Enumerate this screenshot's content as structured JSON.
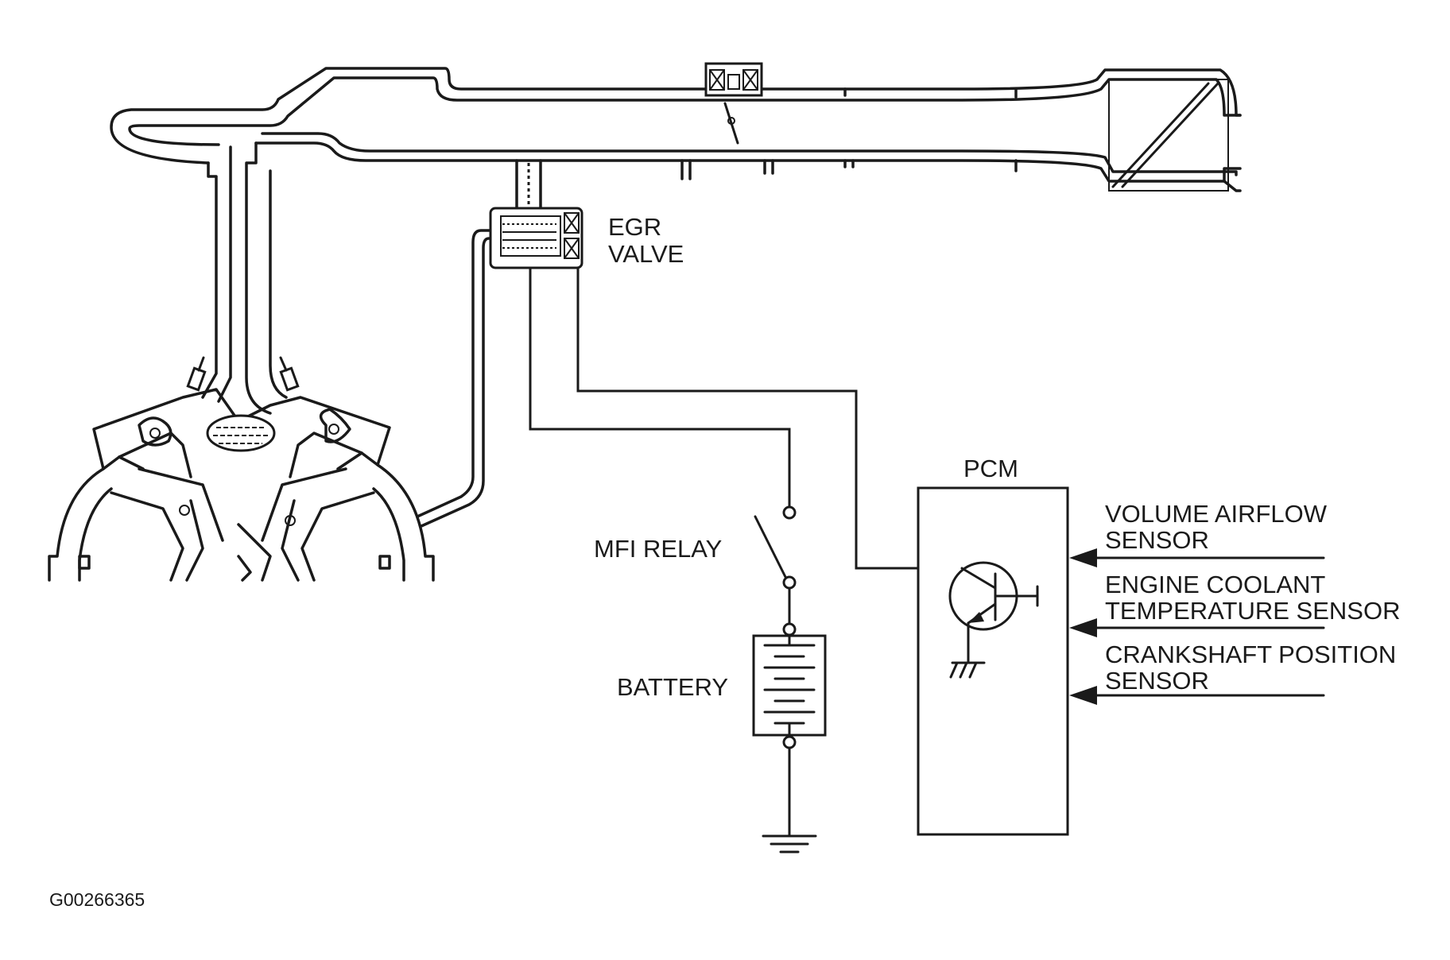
{
  "labels": {
    "egr_valve_line1": "EGR",
    "egr_valve_line2": "VALVE",
    "pcm": "PCM",
    "mfi_relay": "MFI RELAY",
    "battery": "BATTERY",
    "sensor_volume_airflow_line1": "VOLUME AIRFLOW",
    "sensor_volume_airflow_line2": "SENSOR",
    "sensor_coolant_line1": "ENGINE COOLANT",
    "sensor_coolant_line2": "TEMPERATURE SENSOR",
    "sensor_crank_line1": "CRANKSHAFT POSITION",
    "sensor_crank_line2": "SENSOR",
    "figure_id": "G00266365"
  },
  "icons": {
    "egr_valve": "solenoid-valve-icon",
    "throttle": "throttle-plate-icon",
    "air_filter": "air-cleaner-icon",
    "engine": "v6-engine-cross-section-icon",
    "relay": "switch-icon",
    "battery": "battery-icon",
    "ground": "ground-icon",
    "transistor": "transistor-icon"
  },
  "colors": {
    "ink": "#1a1a1a",
    "paper": "#ffffff"
  }
}
